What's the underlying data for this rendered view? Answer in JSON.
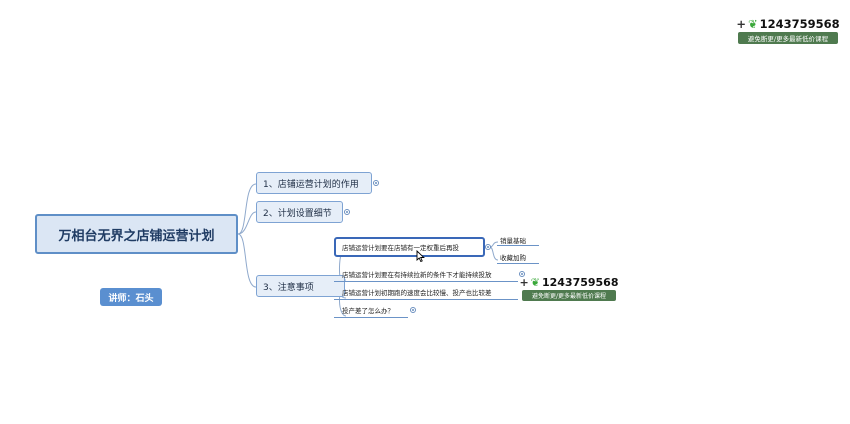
{
  "root": {
    "title": "万相台无界之店铺运营计划"
  },
  "lecturer": {
    "label": "讲师：石头"
  },
  "branches": [
    {
      "label": "1、店铺运营计划的作用"
    },
    {
      "label": "2、计划设置细节"
    },
    {
      "label": "3、注意事项"
    }
  ],
  "subs": [
    {
      "label": "店铺运营计划要在店铺有一定权重后再投"
    },
    {
      "label": "店铺运营计划要在有持续拉新的条件下才能持续投放"
    },
    {
      "label": "店铺运营计划初期跑的速度会比较慢、投产也比较差"
    },
    {
      "label": "投产差了怎么办？"
    }
  ],
  "leaves": [
    {
      "label": "销量基础"
    },
    {
      "label": "收藏加购"
    }
  ],
  "watermarks": {
    "top": {
      "plus": "+",
      "number": "1243759568",
      "caption": "避免断更/更多最新低价课程"
    },
    "mid": {
      "plus": "+",
      "number": "1243759568",
      "caption": "避免断更/更多最新低价课程"
    }
  },
  "colors": {
    "root_fill": "#dbe6f4",
    "root_border": "#5f8fc7",
    "branch_fill": "#e6eef8",
    "connector": "#8fa9cc",
    "lecturer_fill": "#5a8fd0",
    "selected_border": "#3a68b8",
    "watermark_green": "#4f7a4f"
  },
  "icons": [
    "expand-collapse-icon",
    "mouse-pointer-icon",
    "leaf-icon"
  ]
}
